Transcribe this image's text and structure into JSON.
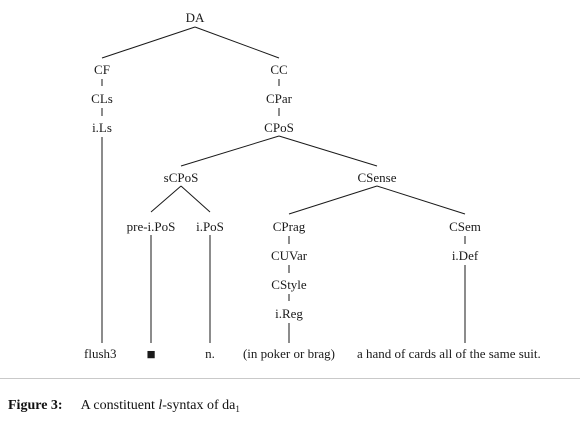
{
  "tree": {
    "nodes": {
      "DA": "DA",
      "CF": "CF",
      "CLs": "CLs",
      "iLs": "i.Ls",
      "CC": "CC",
      "CPar": "CPar",
      "CPoS": "CPoS",
      "sCPoS": "sCPoS",
      "preiPoS": "pre-i.PoS",
      "iPoS": "i.PoS",
      "CSense": "CSense",
      "CPrag": "CPrag",
      "CUVar": "CUVar",
      "CStyle": "CStyle",
      "iReg": "i.Reg",
      "CSem": "CSem",
      "iDef": "i.Def"
    },
    "leaves": {
      "flush": "flush3",
      "square": "■",
      "n": "n.",
      "poker": "(in poker or brag)",
      "cards": "a hand of cards all of the same suit."
    }
  },
  "caption": {
    "label": "Figure 3:",
    "before": "A constituent ",
    "ital": "l",
    "after": "-syntax of da",
    "sub": "1"
  }
}
